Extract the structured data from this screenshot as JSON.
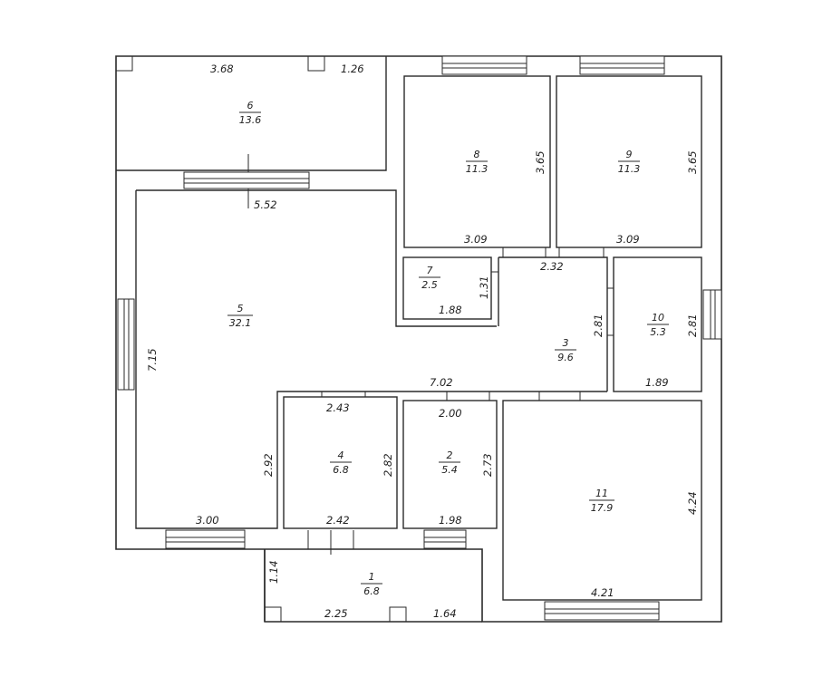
{
  "rooms": [
    {
      "id": "room-1",
      "number": "1",
      "area": "6.8"
    },
    {
      "id": "room-2",
      "number": "2",
      "area": "5.4"
    },
    {
      "id": "room-3",
      "number": "3",
      "area": "9.6"
    },
    {
      "id": "room-4",
      "number": "4",
      "area": "6.8"
    },
    {
      "id": "room-5",
      "number": "5",
      "area": "32.1"
    },
    {
      "id": "room-6",
      "number": "6",
      "area": "13.6"
    },
    {
      "id": "room-7",
      "number": "7",
      "area": "2.5"
    },
    {
      "id": "room-8",
      "number": "8",
      "area": "11.3"
    },
    {
      "id": "room-9",
      "number": "9",
      "area": "11.3"
    },
    {
      "id": "room-10",
      "number": "10",
      "area": "5.3"
    },
    {
      "id": "room-11",
      "number": "11",
      "area": "17.9"
    }
  ],
  "dimensions": {
    "r6_top_left": "3.68",
    "r6_top_right": "1.26",
    "r5_top": "5.52",
    "r8_right": "3.65",
    "r8_bottom": "3.09",
    "r9_right": "3.65",
    "r9_bottom": "3.09",
    "hall_top": "2.32",
    "r7_right": "1.31",
    "r7_bottom": "1.88",
    "r3_right": "2.81",
    "r10_right": "2.81",
    "r10_bottom": "1.89",
    "r5_left": "7.15",
    "r5_mid": "7.02",
    "r5_right": "2.92",
    "r5_bottom": "3.00",
    "r4_top": "2.43",
    "r4_right": "2.82",
    "r4_bottom": "2.42",
    "r2_top": "2.00",
    "r2_right": "2.73",
    "r2_bottom": "1.98",
    "r11_right": "4.24",
    "r11_bottom": "4.21",
    "r1_left": "1.14",
    "r1_bottom_left": "2.25",
    "r1_bottom_right": "1.64"
  }
}
